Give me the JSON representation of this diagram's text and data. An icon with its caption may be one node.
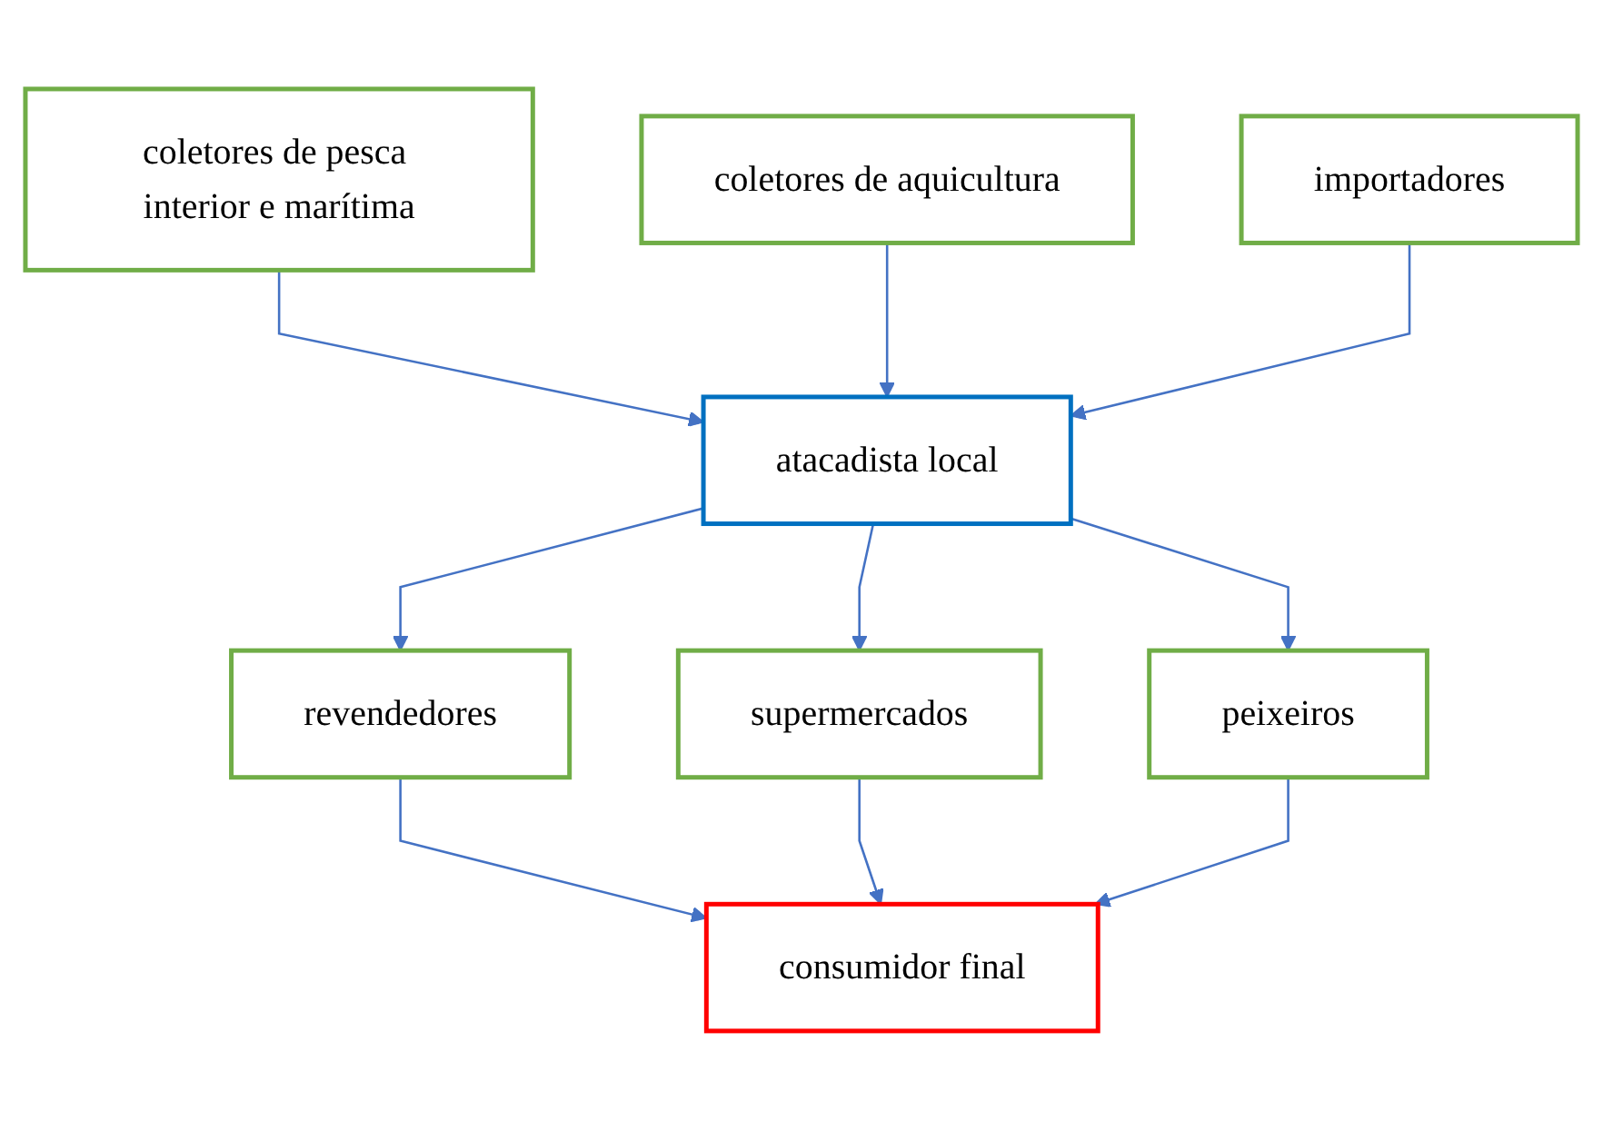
{
  "diagram": {
    "nodes": [
      {
        "text": [
          "coletores de pesca interior e marítima"
        ]
      },
      {
        "text": [
          "coletores de aquicultura"
        ]
      },
      {
        "text": [
          "importadores"
        ]
      },
      {
        "text": [
          "atacadista local"
        ]
      },
      {
        "text": [
          "revendedores"
        ]
      },
      {
        "text": [
          "supermercados"
        ]
      },
      {
        "text": [
          "peixeiros"
        ]
      },
      {
        "text": [
          "consumidor final"
        ]
      }
    ],
    "edges": [
      {
        "from": 0,
        "to": 3,
        "arrow": "to"
      },
      {
        "from": 1,
        "to": 3,
        "arrow": "to"
      },
      {
        "from": 2,
        "to": 3,
        "arrow": "to"
      },
      {
        "from": 3,
        "to": 4,
        "arrow": "to"
      },
      {
        "from": 3,
        "to": 5,
        "arrow": "to"
      },
      {
        "from": 3,
        "to": 6,
        "arrow": "to"
      },
      {
        "from": 4,
        "to": 7,
        "arrow": "to"
      },
      {
        "from": 5,
        "to": 7,
        "arrow": "to"
      },
      {
        "from": 6,
        "to": 7,
        "arrow": "to"
      }
    ]
  }
}
